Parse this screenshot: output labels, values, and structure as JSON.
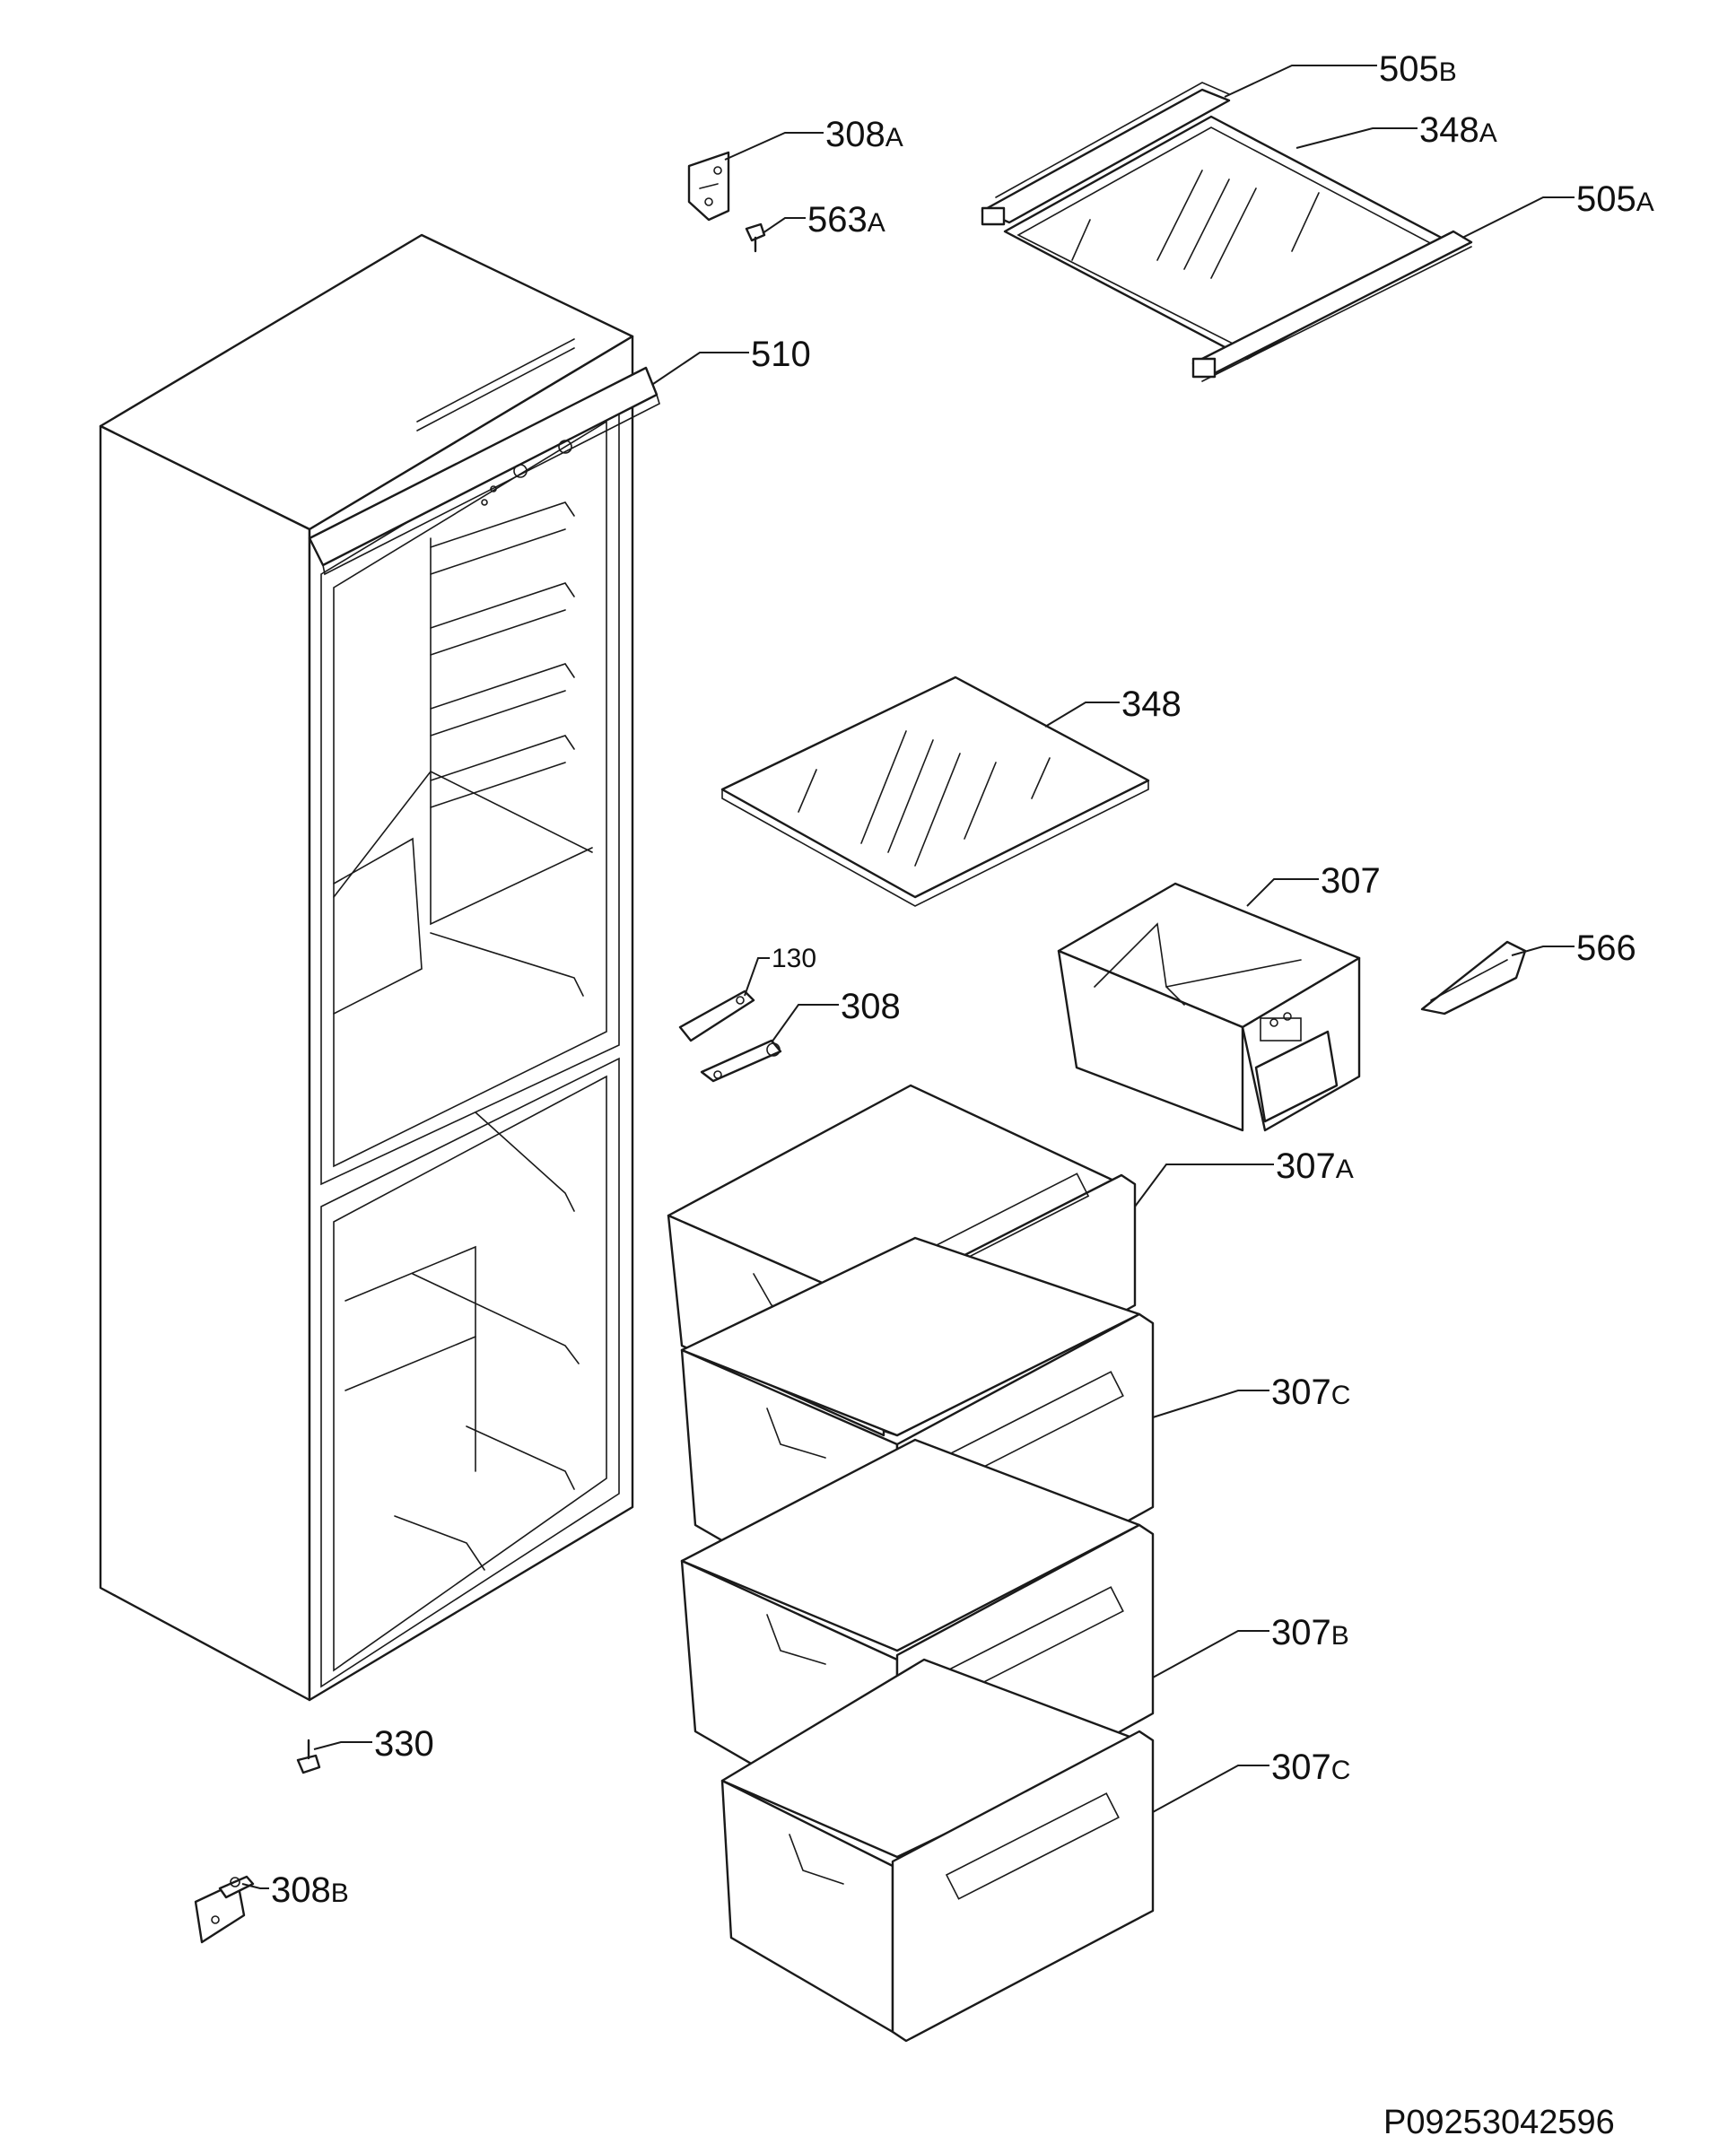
{
  "diagram": {
    "reference_code": "P09253042596",
    "callouts": {
      "c505B": {
        "num": "505",
        "suffix": "B"
      },
      "c348A": {
        "num": "348",
        "suffix": "A"
      },
      "c505A": {
        "num": "505",
        "suffix": "A"
      },
      "c308A": {
        "num": "308",
        "suffix": "A"
      },
      "c563A": {
        "num": "563",
        "suffix": "A"
      },
      "c510": {
        "num": "510",
        "suffix": ""
      },
      "c348": {
        "num": "348",
        "suffix": ""
      },
      "c307": {
        "num": "307",
        "suffix": ""
      },
      "c566": {
        "num": "566",
        "suffix": ""
      },
      "c130": {
        "num": "130",
        "suffix": ""
      },
      "c308": {
        "num": "308",
        "suffix": ""
      },
      "c307A": {
        "num": "307",
        "suffix": "A"
      },
      "c307C_1": {
        "num": "307",
        "suffix": "C"
      },
      "c307B": {
        "num": "307",
        "suffix": "B"
      },
      "c307C_2": {
        "num": "307",
        "suffix": "C"
      },
      "c330": {
        "num": "330",
        "suffix": ""
      },
      "c308B": {
        "num": "308",
        "suffix": "B"
      }
    }
  }
}
